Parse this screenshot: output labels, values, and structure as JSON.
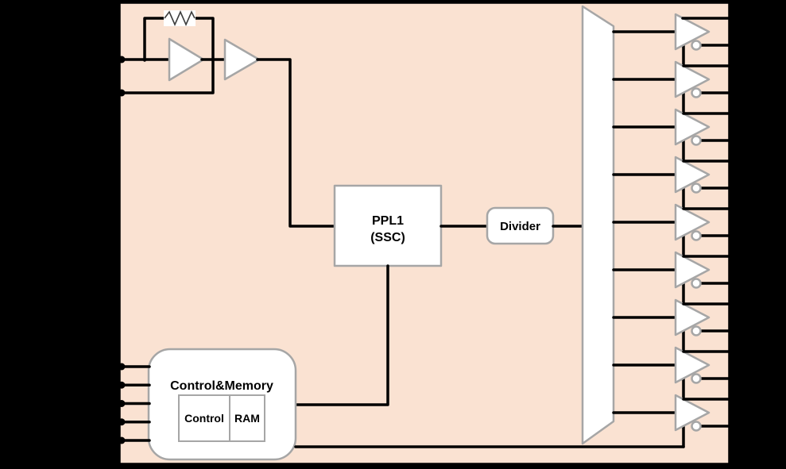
{
  "diagram": {
    "type": "block-diagram",
    "blocks": {
      "pll": {
        "label_line1": "PPL1",
        "label_line2": "(SSC)"
      },
      "divider": {
        "label": "Divider"
      },
      "control_memory": {
        "title": "Control&Memory",
        "children": [
          {
            "label": "Control"
          },
          {
            "label": "RAM"
          }
        ]
      }
    },
    "io": {
      "crystal_pins": 2,
      "control_pins": 5,
      "output_buffers": 9,
      "outputs_per_buffer": 2
    },
    "colors": {
      "background": "#000000",
      "chip_fill": "#FAE2D2",
      "block_fill": "#FFFFFF",
      "block_border": "#A6A6A6",
      "wire": "#000000"
    }
  }
}
